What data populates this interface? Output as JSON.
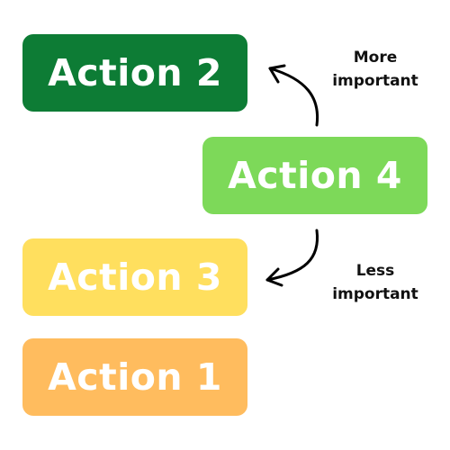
{
  "cards": [
    {
      "id": "action-2",
      "label": "Action 2",
      "color": "#0d7c35"
    },
    {
      "id": "action-4",
      "label": "Action 4",
      "color": "#7dd959"
    },
    {
      "id": "action-3",
      "label": "Action 3",
      "color": "#ffdf5e"
    },
    {
      "id": "action-1",
      "label": "Action 1",
      "color": "#ffbc5e"
    }
  ],
  "annotations": {
    "more_line1": "More",
    "more_line2": "important",
    "less_line1": "Less",
    "less_line2": "important"
  },
  "arrows": {
    "up": {
      "icon": "curved-arrow-up-left-icon",
      "color": "#000000"
    },
    "down": {
      "icon": "curved-arrow-down-left-icon",
      "color": "#000000"
    }
  }
}
